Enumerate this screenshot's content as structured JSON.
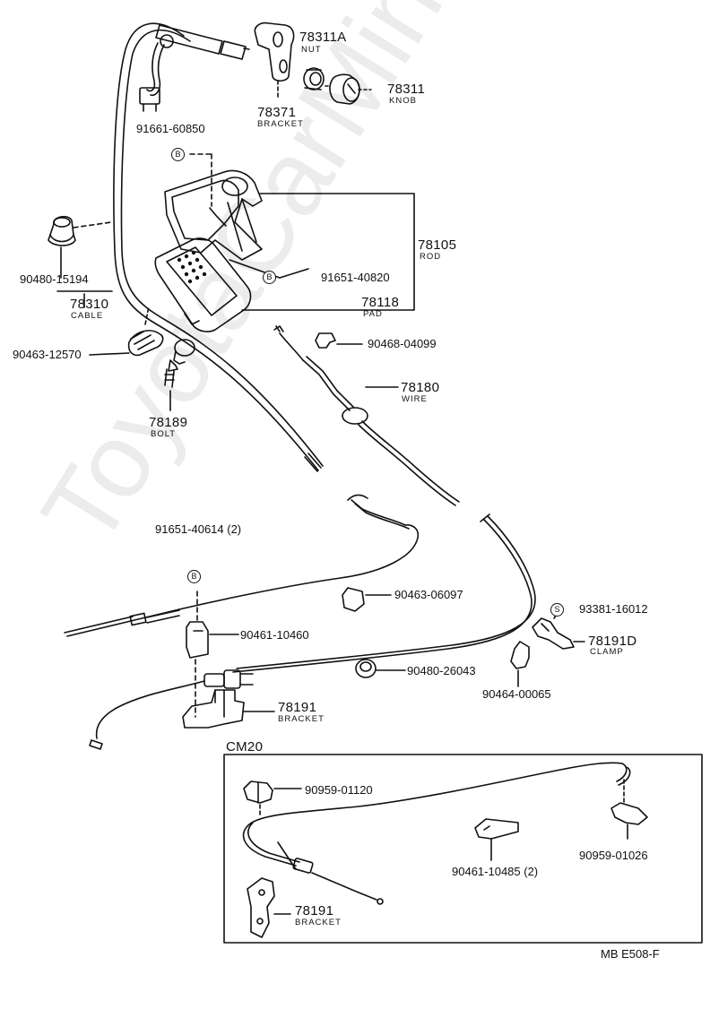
{
  "watermark": "ToyotaCarMine.ru",
  "inset": {
    "title": "CM20"
  },
  "footer": {
    "code": "MB  E508-F"
  },
  "parts": {
    "p78311A": {
      "number": "78311A",
      "name": "NUT"
    },
    "p78311": {
      "number": "78311",
      "name": "KNOB"
    },
    "p78371": {
      "number": "78371",
      "name": "BRACKET"
    },
    "p9166160850": {
      "number": "91661-60850"
    },
    "p78105": {
      "number": "78105",
      "name": "ROD"
    },
    "p9165140820": {
      "number": "91651-40820"
    },
    "p78118": {
      "number": "78118",
      "name": "PAD"
    },
    "p9048015194": {
      "number": "90480-15194"
    },
    "p78310": {
      "number": "78310",
      "name": "CABLE"
    },
    "p9046312570": {
      "number": "90463-12570"
    },
    "p9046804099": {
      "number": "90468-04099"
    },
    "p78180": {
      "number": "78180",
      "name": "WIRE"
    },
    "p78189": {
      "number": "78189",
      "name": "BOLT"
    },
    "p9165140614": {
      "number": "91651-40614 (2)"
    },
    "p9046306097": {
      "number": "90463-06097"
    },
    "p9338116012": {
      "number": "93381-16012"
    },
    "p78191D": {
      "number": "78191D",
      "name": "CLAMP"
    },
    "p9046110460": {
      "number": "90461-10460"
    },
    "p9048026043": {
      "number": "90480-26043"
    },
    "p9046400065": {
      "number": "90464-00065"
    },
    "p78191": {
      "number": "78191",
      "name": "BRACKET"
    },
    "p9095901120": {
      "number": "90959-01120"
    },
    "p9046110485": {
      "number": "90461-10485 (2)"
    },
    "p9095901026": {
      "number": "90959-01026"
    },
    "p78191b": {
      "number": "78191",
      "name": "BRACKET"
    }
  },
  "markers": {
    "b": "B",
    "s": "S"
  }
}
